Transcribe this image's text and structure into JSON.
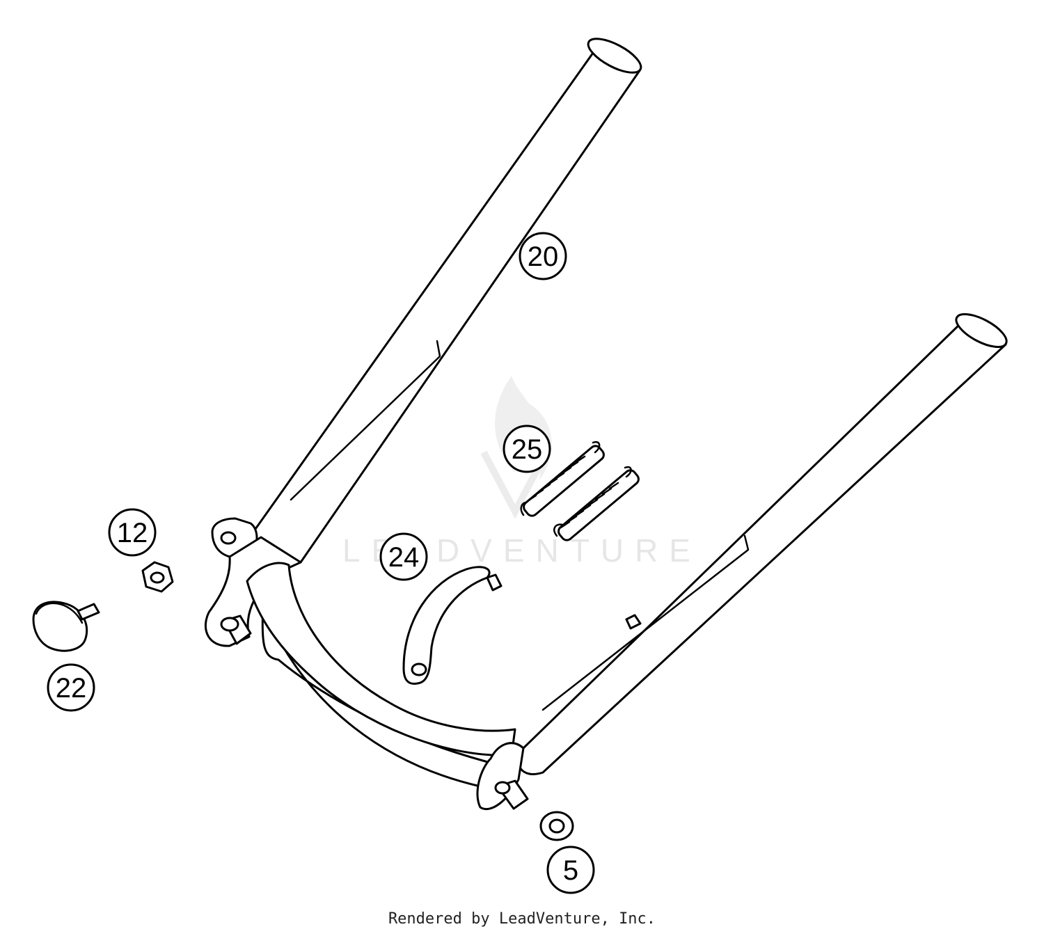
{
  "watermark": {
    "text": "LEADVENTURE"
  },
  "callouts": [
    {
      "id": "20",
      "label": "20"
    },
    {
      "id": "25",
      "label": "25"
    },
    {
      "id": "24",
      "label": "24"
    },
    {
      "id": "12",
      "label": "12"
    },
    {
      "id": "22",
      "label": "22"
    },
    {
      "id": "5",
      "label": "5"
    }
  ],
  "credit": "Rendered by LeadVenture, Inc.",
  "colors": {
    "line": "#000000",
    "background": "#ffffff",
    "watermark": "#e6e6e6"
  }
}
